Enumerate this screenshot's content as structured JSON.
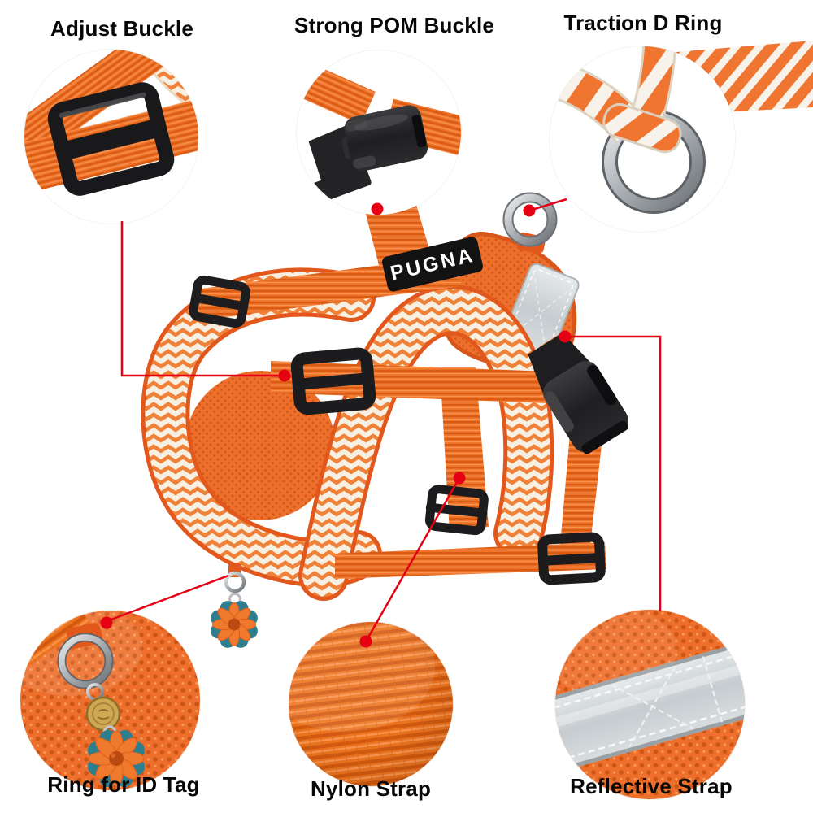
{
  "figure": {
    "type": "product-feature-diagram",
    "background": "#ffffff",
    "subject": "orange dog harness with annotated feature callouts"
  },
  "colors": {
    "marker_red": "#e60014",
    "harness_orange": "#ee7228",
    "harness_orange_dark": "#d85c14",
    "chevron_cream": "#f7efe2",
    "buckle_black": "#1c1c1e",
    "metal_gray": "#9fa3a7",
    "reflective_gray": "#ced3d7",
    "charm_teal": "#2d7f90",
    "tag_brass": "#cfa852"
  },
  "product": {
    "name": "dog harness",
    "brand_label": "PUGNA"
  },
  "callouts": [
    {
      "id": "adjust-buckle",
      "label": "Adjust Buckle",
      "position": "top-left",
      "detail": "orange webbing strap with black tri-glide adjuster"
    },
    {
      "id": "strong-pom-buckle",
      "label": "Strong POM Buckle",
      "position": "top-center",
      "detail": "black POM side-release buckle with orange strap"
    },
    {
      "id": "traction-d-ring",
      "label": "Traction D Ring",
      "position": "top-right",
      "detail": "metal D-ring on orange striped strap"
    },
    {
      "id": "ring-for-id-tag",
      "label": "Ring for ID Tag",
      "position": "bottom-left",
      "detail": "metal ring with round ID tag and flower charm on orange mesh"
    },
    {
      "id": "nylon-strap",
      "label": "Nylon Strap",
      "position": "bottom-center",
      "detail": "woven orange nylon strap close-up"
    },
    {
      "id": "reflective-strap",
      "label": "Reflective Strap",
      "position": "bottom-right",
      "detail": "silver reflective strip stitched over orange mesh"
    }
  ]
}
